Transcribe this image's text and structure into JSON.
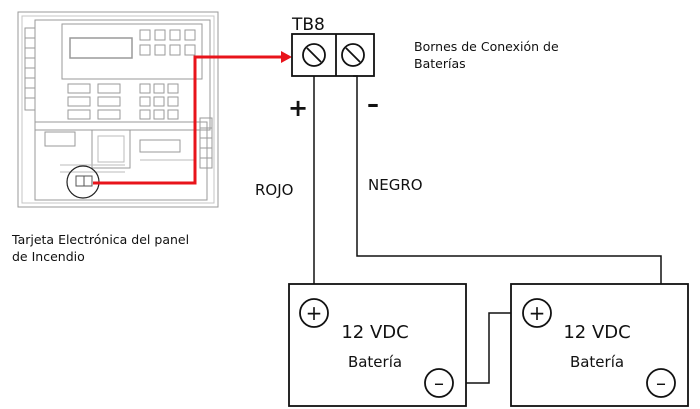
{
  "terminal_block": {
    "label": "TB8",
    "caption_line1": "Bornes de Conexión de",
    "caption_line2": "Baterías"
  },
  "panel": {
    "caption_line1": "Tarjeta Electrónica del panel",
    "caption_line2": "de Incendio"
  },
  "polarity": {
    "positive": "+",
    "negative": "–"
  },
  "wires": {
    "positive_label": "ROJO",
    "negative_label": "NEGRO",
    "link_color": "#e8141b"
  },
  "batteries": [
    {
      "voltage": "12 VDC",
      "label": "Batería",
      "pos_symbol": "+",
      "neg_symbol": "–"
    },
    {
      "voltage": "12 VDC",
      "label": "Batería",
      "pos_symbol": "+",
      "neg_symbol": "–"
    }
  ]
}
